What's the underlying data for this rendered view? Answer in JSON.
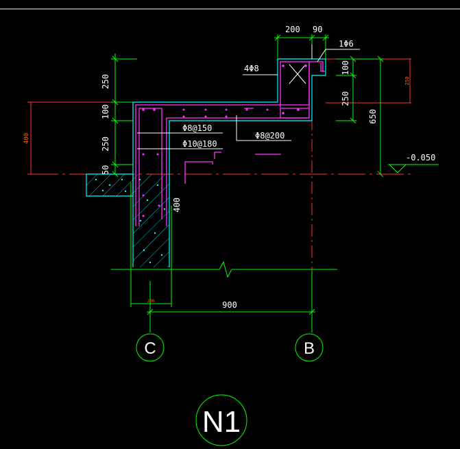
{
  "drawing": {
    "title": "N1",
    "axis_left": "C",
    "axis_right": "B",
    "span_label": "900",
    "column_width_label": "200",
    "colors": {
      "background": "#000000",
      "frame": "#ffffff",
      "dimension": "#00ff00",
      "reference": "#ff3333",
      "concrete": "#00ffff",
      "rebar": "#ff33ff",
      "annotation": "#ffffff",
      "ref_dim": "#ff6600"
    }
  },
  "labels": {
    "top_dim_200": "200",
    "top_dim_90": "90",
    "stirrup_small": "1Φ6",
    "bars_4": "4Φ8",
    "dim_250_top": "250",
    "dim_100_left": "100",
    "dim_250_left": "250",
    "dim_50_left": "50",
    "dim_400_left": "400",
    "dim_100_right": "100",
    "dim_250_right": "250",
    "dim_650_right": "650",
    "dim_250_ref": "250",
    "dim_400_col": "400",
    "rebar_1": "Φ8@150",
    "rebar_2": "Φ10@180",
    "rebar_3": "Φ8@200",
    "elevation": "-0.050"
  }
}
